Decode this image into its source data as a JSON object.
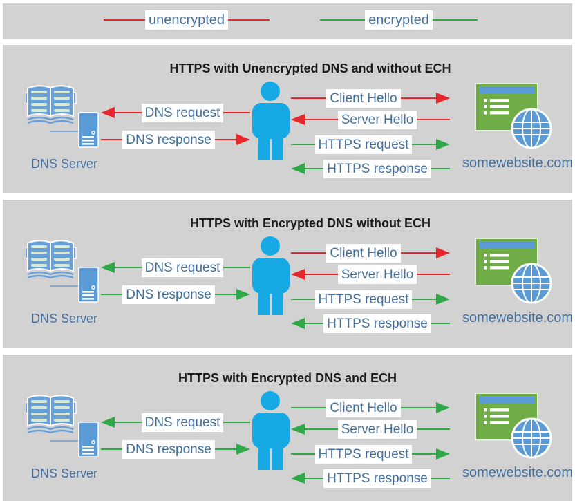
{
  "colors": {
    "panel_bg": "#d2d2d2",
    "red": "#e8262d",
    "green": "#31a847",
    "label_text": "#44709d",
    "title_text": "#1c1c1c",
    "person_blue": "#16a9e4",
    "book_blue": "#689fd6",
    "server_blue": "#5b9bd5",
    "site_green": "#70ad47",
    "globe_blue": "#5b9bd5",
    "page_line": "#d6e9d4",
    "connector_blue": "#86aed6"
  },
  "legend": {
    "unencrypted": {
      "label": "unencrypted",
      "color": "red"
    },
    "encrypted": {
      "label": "encrypted",
      "color": "green"
    }
  },
  "panels": [
    {
      "title": "HTTPS with Unencrypted DNS and without ECH",
      "dns_server_label": "DNS Server",
      "website_label": "somewebsite.com",
      "rows": {
        "client_hello": {
          "label": "Client Hello",
          "color": "red",
          "direction": "right"
        },
        "dns_request": {
          "label": "DNS request",
          "color": "red",
          "direction": "left"
        },
        "server_hello": {
          "label": "Server Hello",
          "color": "red",
          "direction": "left"
        },
        "dns_response": {
          "label": "DNS response",
          "color": "red",
          "direction": "right"
        },
        "https_request": {
          "label": "HTTPS request",
          "color": "green",
          "direction": "right"
        },
        "https_response": {
          "label": "HTTPS response",
          "color": "green",
          "direction": "left"
        }
      }
    },
    {
      "title": "HTTPS with Encrypted DNS without ECH",
      "dns_server_label": "DNS Server",
      "website_label": "somewebsite.com",
      "rows": {
        "client_hello": {
          "label": "Client Hello",
          "color": "red",
          "direction": "right"
        },
        "dns_request": {
          "label": "DNS request",
          "color": "green",
          "direction": "left"
        },
        "server_hello": {
          "label": "Server Hello",
          "color": "red",
          "direction": "left"
        },
        "dns_response": {
          "label": "DNS response",
          "color": "green",
          "direction": "right"
        },
        "https_request": {
          "label": "HTTPS request",
          "color": "green",
          "direction": "right"
        },
        "https_response": {
          "label": "HTTPS response",
          "color": "green",
          "direction": "left"
        }
      }
    },
    {
      "title": "HTTPS with Encrypted DNS and ECH",
      "dns_server_label": "DNS Server",
      "website_label": "somewebsite.com",
      "rows": {
        "client_hello": {
          "label": "Client Hello",
          "color": "green",
          "direction": "right"
        },
        "dns_request": {
          "label": "DNS request",
          "color": "green",
          "direction": "left"
        },
        "server_hello": {
          "label": "Server Hello",
          "color": "green",
          "direction": "left"
        },
        "dns_response": {
          "label": "DNS response",
          "color": "green",
          "direction": "right"
        },
        "https_request": {
          "label": "HTTPS request",
          "color": "green",
          "direction": "right"
        },
        "https_response": {
          "label": "HTTPS response",
          "color": "green",
          "direction": "left"
        }
      }
    }
  ]
}
